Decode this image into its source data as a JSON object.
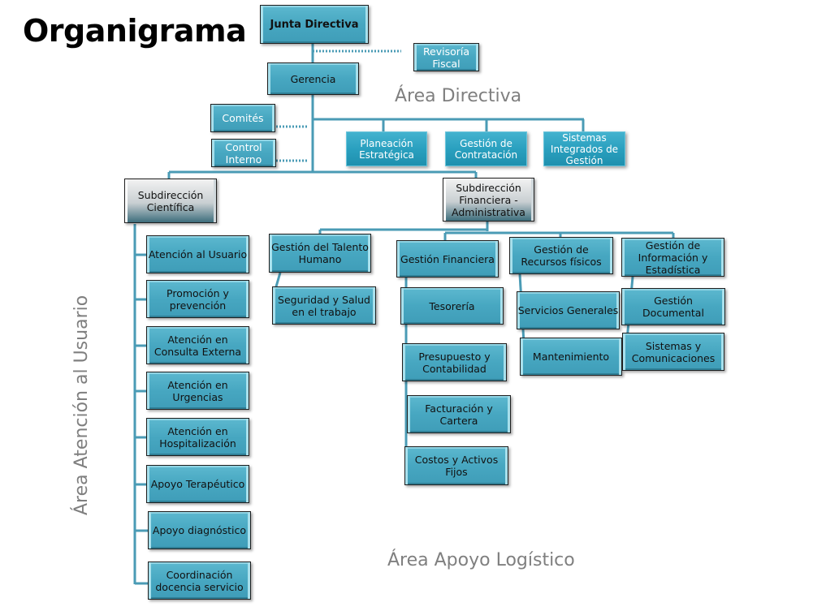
{
  "title": "Organigrama",
  "areas": {
    "directiva": "Área Directiva",
    "usuario": "Área Atención al Usuario",
    "logistico": "Área Apoyo Logístico"
  },
  "colors": {
    "box_fill": "#47a7c1",
    "box_flat_fill": "#2aa0bf",
    "connector": "#4a9bb5",
    "area_label": "#7f7f7f"
  },
  "top": {
    "junta": "Junta Directiva",
    "revisoria": "Revisoría Fiscal",
    "gerencia": "Gerencia",
    "comites": "Comités",
    "control": "Control Interno"
  },
  "staff": [
    "Planeación Estratégica",
    "Gestión de Contratación",
    "Sistemas Integrados de Gestión"
  ],
  "subdirecciones": {
    "cientifica": "Subdirección Científica",
    "financiera": "Subdirección Financiera - Administrativa"
  },
  "cientifica_units": [
    "Atención al Usuario",
    "Promoción y prevención",
    "Atención en Consulta Externa",
    "Atención en Urgencias",
    "Atención en Hospitalización",
    "Apoyo Terapéutico",
    "Apoyo diagnóstico",
    "Coordinación docencia servicio"
  ],
  "financiera_units": [
    {
      "name": "Gestión del Talento Humano",
      "children": [
        "Seguridad y Salud en el trabajo"
      ]
    },
    {
      "name": "Gestión Financiera",
      "children": [
        "Tesorería",
        "Presupuesto y Contabilidad",
        "Facturación y Cartera",
        "Costos y Activos Fijos"
      ]
    },
    {
      "name": "Gestión de Recursos físicos",
      "children": [
        "Servicios Generales",
        "Mantenimiento"
      ]
    },
    {
      "name": "Gestión de Información y Estadística",
      "children": [
        "Gestión Documental",
        "Sistemas y Comunicaciones"
      ]
    }
  ]
}
